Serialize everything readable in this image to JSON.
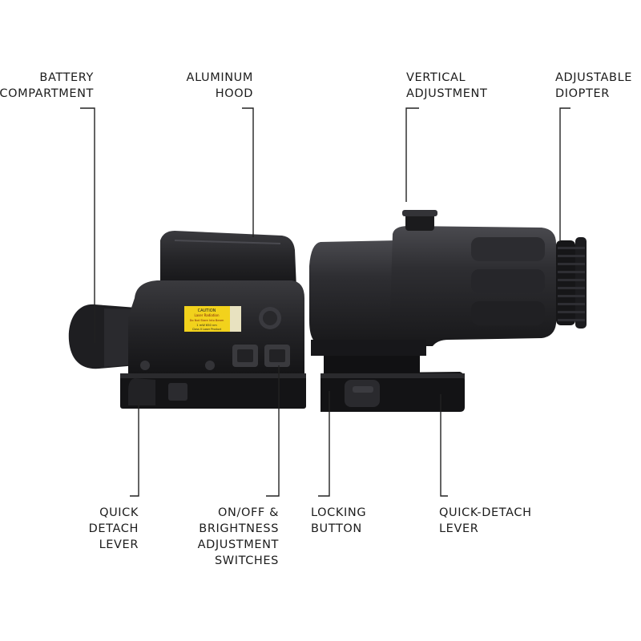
{
  "callouts": {
    "battery_compartment": [
      "BATTERY",
      "COMPARTMENT"
    ],
    "aluminum_hood": [
      "ALUMINUM",
      "HOOD"
    ],
    "vertical_adjustment": [
      "VERTICAL",
      "ADJUSTMENT"
    ],
    "adjustable_diopter": [
      "ADJUSTABLE",
      "DIOPTER"
    ],
    "quick_detach_lever_left": [
      "QUICK",
      "DETACH",
      "LEVER"
    ],
    "switches": [
      "ON/OFF &",
      "BRIGHTNESS",
      "ADJUSTMENT",
      "SWITCHES"
    ],
    "locking_button": [
      "LOCKING",
      "BUTTON"
    ],
    "quick_detach_lever_right": [
      "QUICK-DETACH",
      "LEVER"
    ]
  },
  "caution_sticker": [
    "CAUTION",
    "Laser Radiation",
    "Do Not Stare Into Beam",
    "1 mW 650 nm",
    "Class II Laser Product"
  ],
  "colors": {
    "device": "#1d1d1f",
    "device_mid": "#2b2b2e",
    "device_light": "#3a3a3e",
    "sticker": "#f2d21c",
    "line": "#222222"
  }
}
